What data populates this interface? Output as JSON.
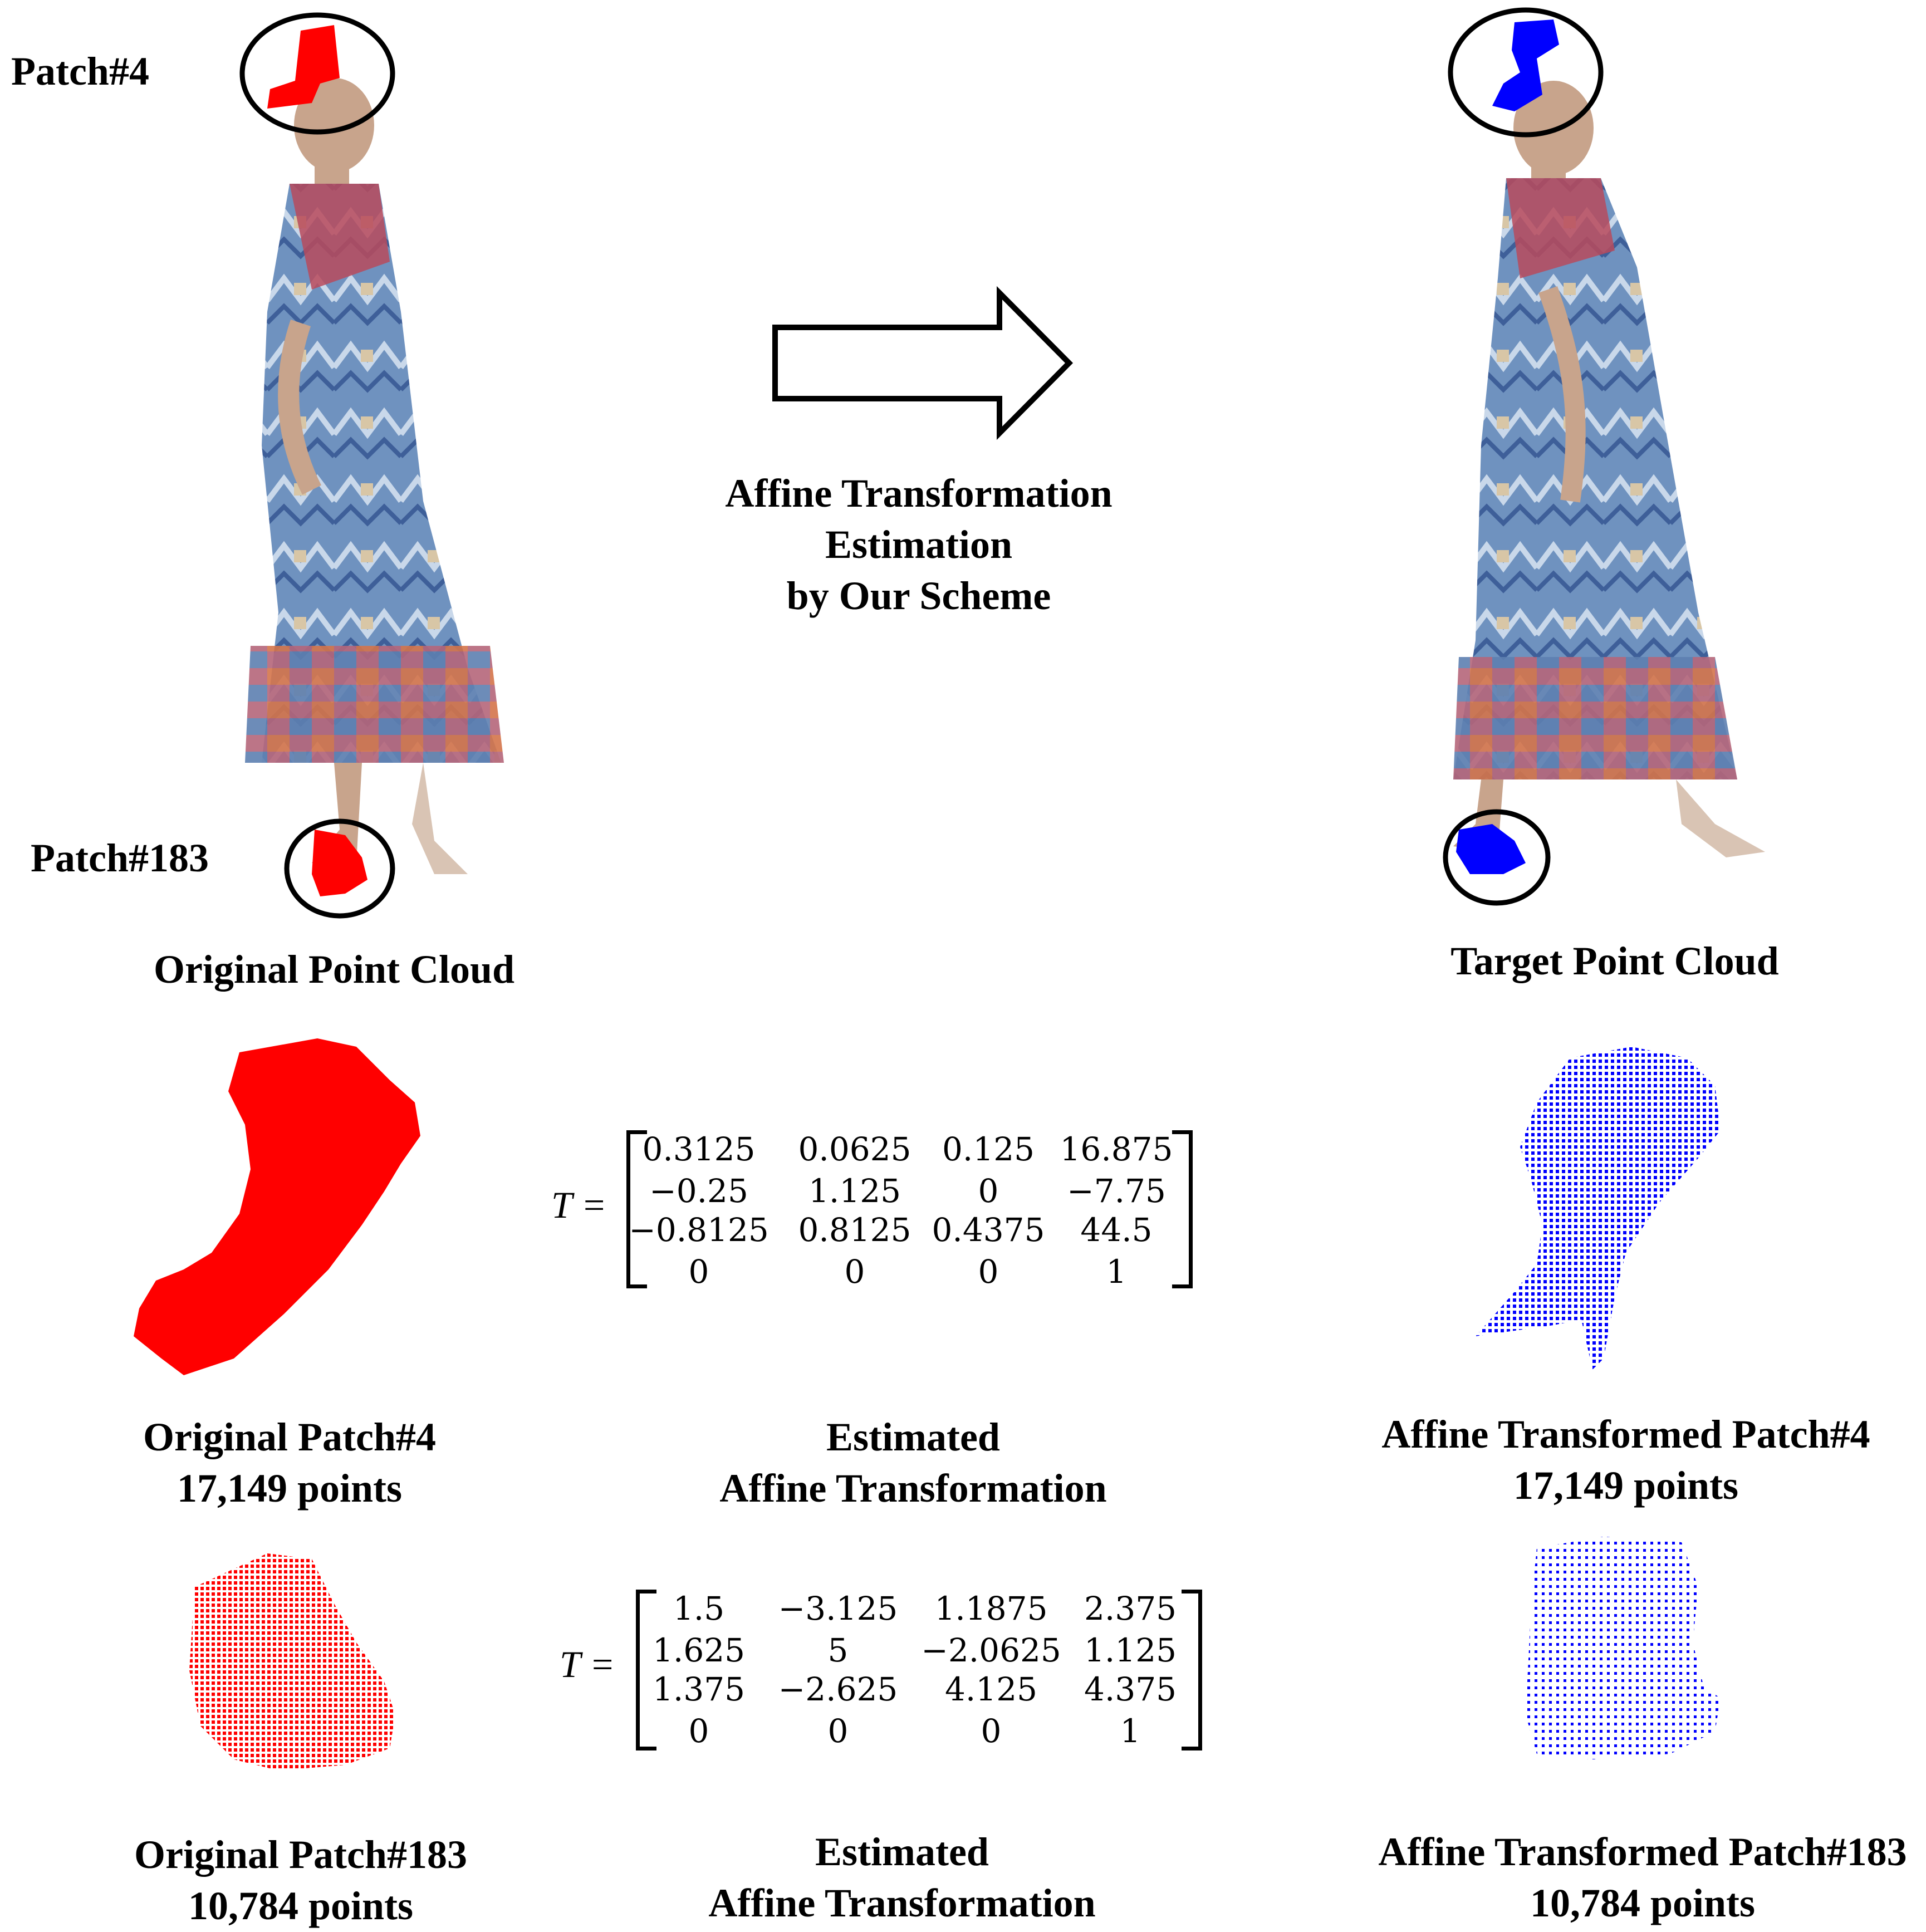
{
  "colors": {
    "original": "#ff0000",
    "transformed": "#0000ff",
    "outline": "#000000"
  },
  "labels": {
    "patch4_marker": "Patch#4",
    "patch183_marker": "Patch#183",
    "original_cloud": "Original Point Cloud",
    "target_cloud": "Target Point Cloud",
    "arrow_caption": [
      "Affine Transformation",
      "Estimation",
      "by Our Scheme"
    ]
  },
  "rows": [
    {
      "original_caption": [
        "Original Patch#4",
        "17,149 points"
      ],
      "transformed_caption": [
        "Affine Transformed Patch#4",
        "17,149 points"
      ],
      "middle_caption": [
        "Estimated",
        "Affine Transformation"
      ],
      "matrix_symbol": "T =",
      "matrix": [
        [
          "0.3125",
          "0.0625",
          "0.125",
          "16.875"
        ],
        [
          "−0.25",
          "1.125",
          "0",
          "−7.75"
        ],
        [
          "−0.8125",
          "0.8125",
          "0.4375",
          "44.5"
        ],
        [
          "0",
          "0",
          "0",
          "1"
        ]
      ]
    },
    {
      "original_caption": [
        "Original Patch#183",
        "10,784 points"
      ],
      "transformed_caption": [
        "Affine Transformed Patch#183",
        "10,784 points"
      ],
      "middle_caption": [
        "Estimated",
        "Affine Transformation"
      ],
      "matrix_symbol": "T =",
      "matrix": [
        [
          "1.5",
          "−3.125",
          "1.1875",
          "2.375"
        ],
        [
          "1.625",
          "5",
          "−2.0625",
          "1.125"
        ],
        [
          "1.375",
          "−2.625",
          "4.125",
          "4.375"
        ],
        [
          "0",
          "0",
          "0",
          "1"
        ]
      ]
    }
  ]
}
